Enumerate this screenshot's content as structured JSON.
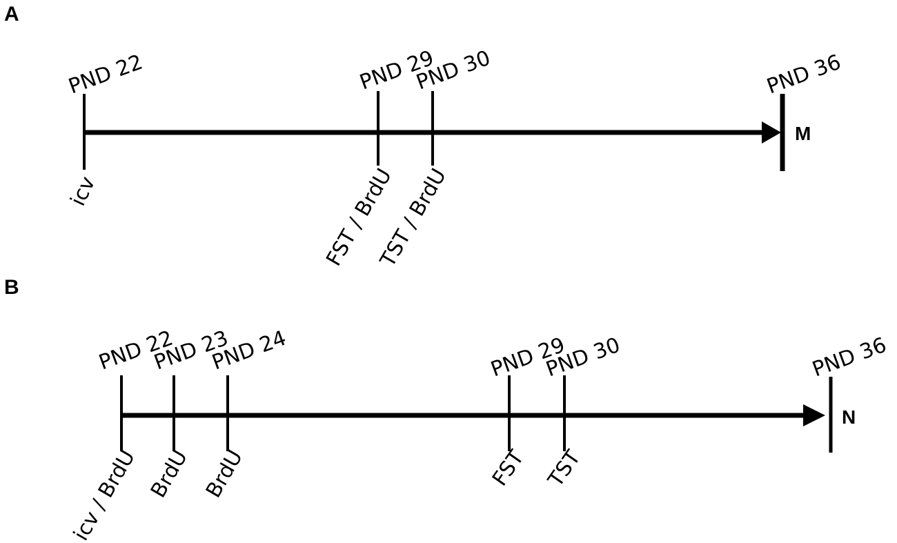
{
  "panels": [
    {
      "label": "A",
      "end_label": "M",
      "ticks": [
        {
          "day": "PND 22",
          "event": "icv"
        },
        {
          "day": "PND 29",
          "event": "FST / BrdU"
        },
        {
          "day": "PND 30",
          "event": "TST / BrdU"
        }
      ],
      "end_day": "PND 36"
    },
    {
      "label": "B",
      "end_label": "N",
      "ticks": [
        {
          "day": "PND 22",
          "event": "icv / BrdU"
        },
        {
          "day": "PND 23",
          "event": "BrdU"
        },
        {
          "day": "PND 24",
          "event": "BrdU"
        },
        {
          "day": "PND 29",
          "event": "FST"
        },
        {
          "day": "PND 30",
          "event": "TST"
        }
      ],
      "end_day": "PND 36"
    }
  ]
}
